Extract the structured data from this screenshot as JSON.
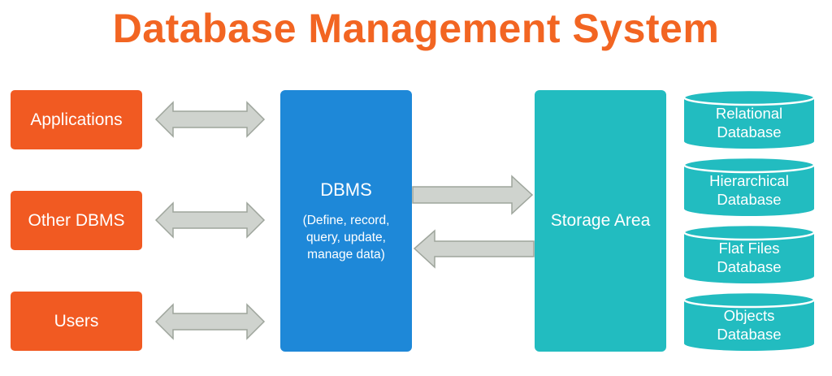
{
  "title": "Database Management System",
  "actors": [
    {
      "label": "Applications"
    },
    {
      "label": "Other DBMS"
    },
    {
      "label": "Users"
    }
  ],
  "dbms": {
    "title": "DBMS",
    "description_lines": [
      "(Define, record,",
      "query, update,",
      "manage data)"
    ]
  },
  "storage": {
    "label": "Storage Area"
  },
  "databases": [
    {
      "line1": "Relational",
      "line2": "Database"
    },
    {
      "line1": "Hierarchical",
      "line2": "Database"
    },
    {
      "line1": "Flat Files",
      "line2": "Database"
    },
    {
      "line1": "Objects",
      "line2": "Database"
    }
  ],
  "colors": {
    "title": "#f26522",
    "actor": "#f15a22",
    "dbms": "#1e88d8",
    "storage": "#22bcc0",
    "arrow_fill": "#cfd3ce",
    "arrow_stroke": "#9ea59c"
  }
}
